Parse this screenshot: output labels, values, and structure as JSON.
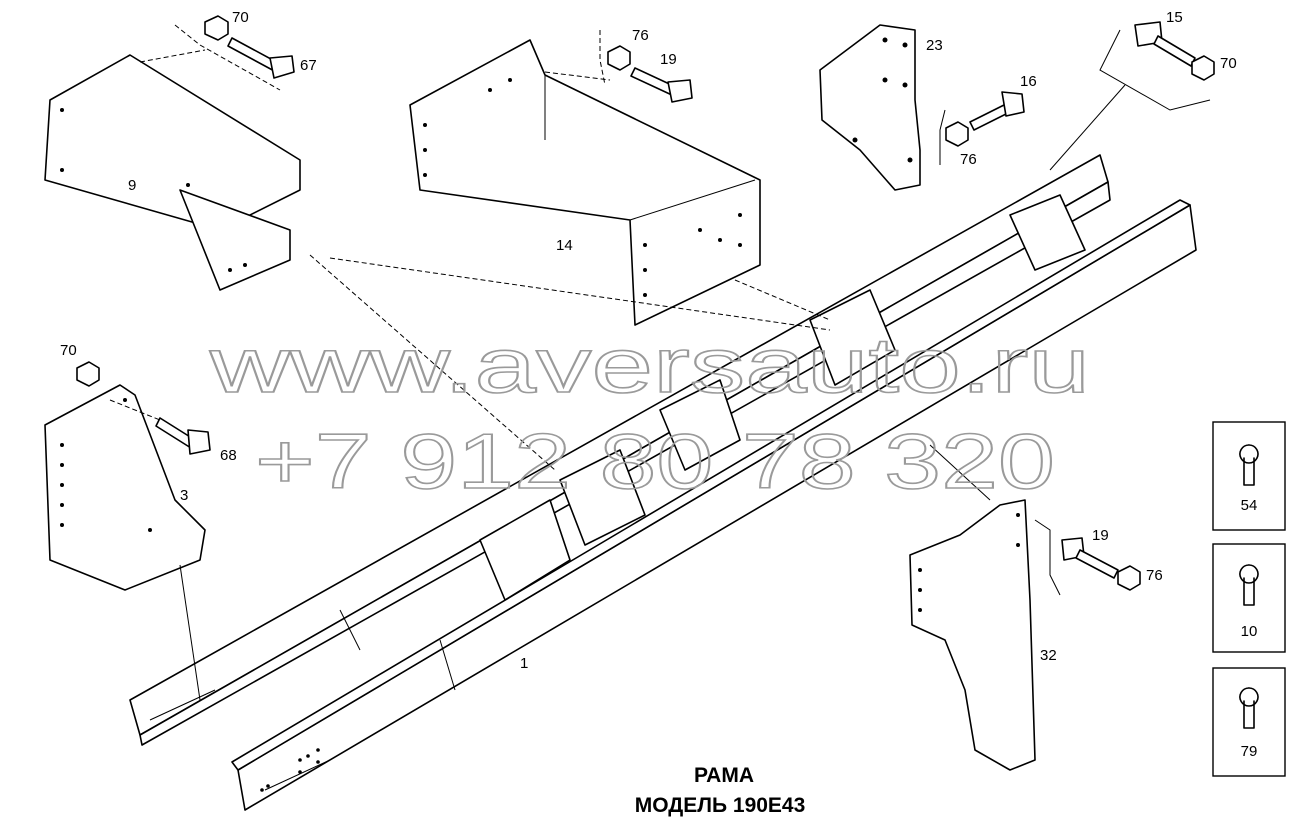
{
  "title": {
    "line1": "РАМА",
    "line2": "МОДЕЛЬ 190Е43"
  },
  "watermark": {
    "site": "www.aversauto.ru",
    "phone": "+7 912 80 78 320"
  },
  "callouts": {
    "p70a": "70",
    "p67": "67",
    "p9": "9",
    "p76a": "76",
    "p19a": "19",
    "p14": "14",
    "p23": "23",
    "p16": "16",
    "p76b": "76",
    "p15": "15",
    "p70b": "70",
    "p70c": "70",
    "p68": "68",
    "p3": "3",
    "p1": "1",
    "p19b": "19",
    "p76c": "76",
    "p32": "32"
  },
  "legend": [
    {
      "label": "54"
    },
    {
      "label": "10"
    },
    {
      "label": "79"
    }
  ]
}
